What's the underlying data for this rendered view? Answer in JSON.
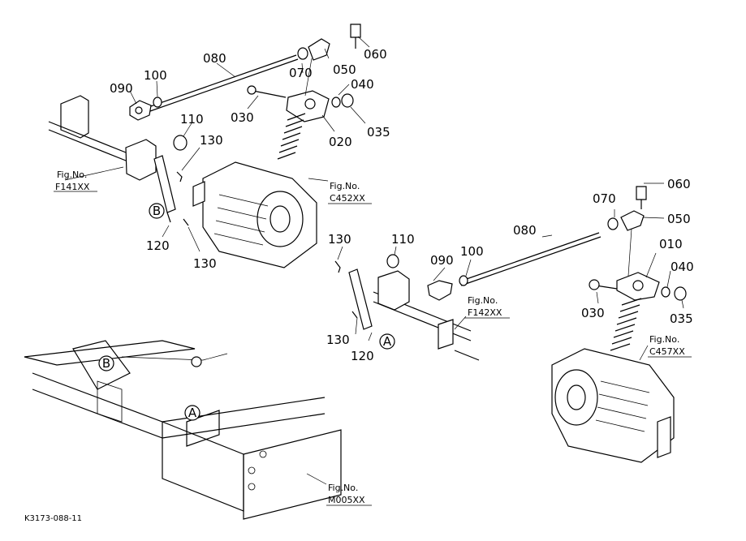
{
  "callouts": [
    {
      "id": "p080a",
      "text": "080"
    },
    {
      "id": "p060a",
      "text": "060"
    },
    {
      "id": "p090a",
      "text": "090"
    },
    {
      "id": "p100a",
      "text": "100"
    },
    {
      "id": "p070a",
      "text": "070"
    },
    {
      "id": "p050a",
      "text": "050"
    },
    {
      "id": "p040a",
      "text": "040"
    },
    {
      "id": "p030a",
      "text": "030"
    },
    {
      "id": "p110a",
      "text": "110"
    },
    {
      "id": "p130a",
      "text": "130"
    },
    {
      "id": "p020",
      "text": "020"
    },
    {
      "id": "p035a",
      "text": "035"
    },
    {
      "id": "p120a",
      "text": "120"
    },
    {
      "id": "p130b",
      "text": "130"
    },
    {
      "id": "p060b",
      "text": "060"
    },
    {
      "id": "p070b",
      "text": "070"
    },
    {
      "id": "p050b",
      "text": "050"
    },
    {
      "id": "p080b",
      "text": "080"
    },
    {
      "id": "p010",
      "text": "010"
    },
    {
      "id": "p130c",
      "text": "130"
    },
    {
      "id": "p110b",
      "text": "110"
    },
    {
      "id": "p090b",
      "text": "090"
    },
    {
      "id": "p100b",
      "text": "100"
    },
    {
      "id": "p040b",
      "text": "040"
    },
    {
      "id": "p030b",
      "text": "030"
    },
    {
      "id": "p035b",
      "text": "035"
    },
    {
      "id": "p130d",
      "text": "130"
    },
    {
      "id": "p120b",
      "text": "120"
    }
  ],
  "figure_refs": [
    {
      "id": "f141",
      "label": "Fig.No.",
      "code": "F141XX"
    },
    {
      "id": "c452",
      "label": "Fig.No.",
      "code": "C452XX"
    },
    {
      "id": "f142",
      "label": "Fig.No.",
      "code": "F142XX"
    },
    {
      "id": "c457",
      "label": "Fig.No.",
      "code": "C457XX"
    },
    {
      "id": "m005",
      "label": "Fig.No.",
      "code": "M005XX"
    }
  ],
  "markers": [
    {
      "id": "B1",
      "text": "B"
    },
    {
      "id": "A1",
      "text": "A"
    },
    {
      "id": "B2",
      "text": "B"
    },
    {
      "id": "A2",
      "text": "A"
    }
  ],
  "drawing_code": "K3173-088-11"
}
